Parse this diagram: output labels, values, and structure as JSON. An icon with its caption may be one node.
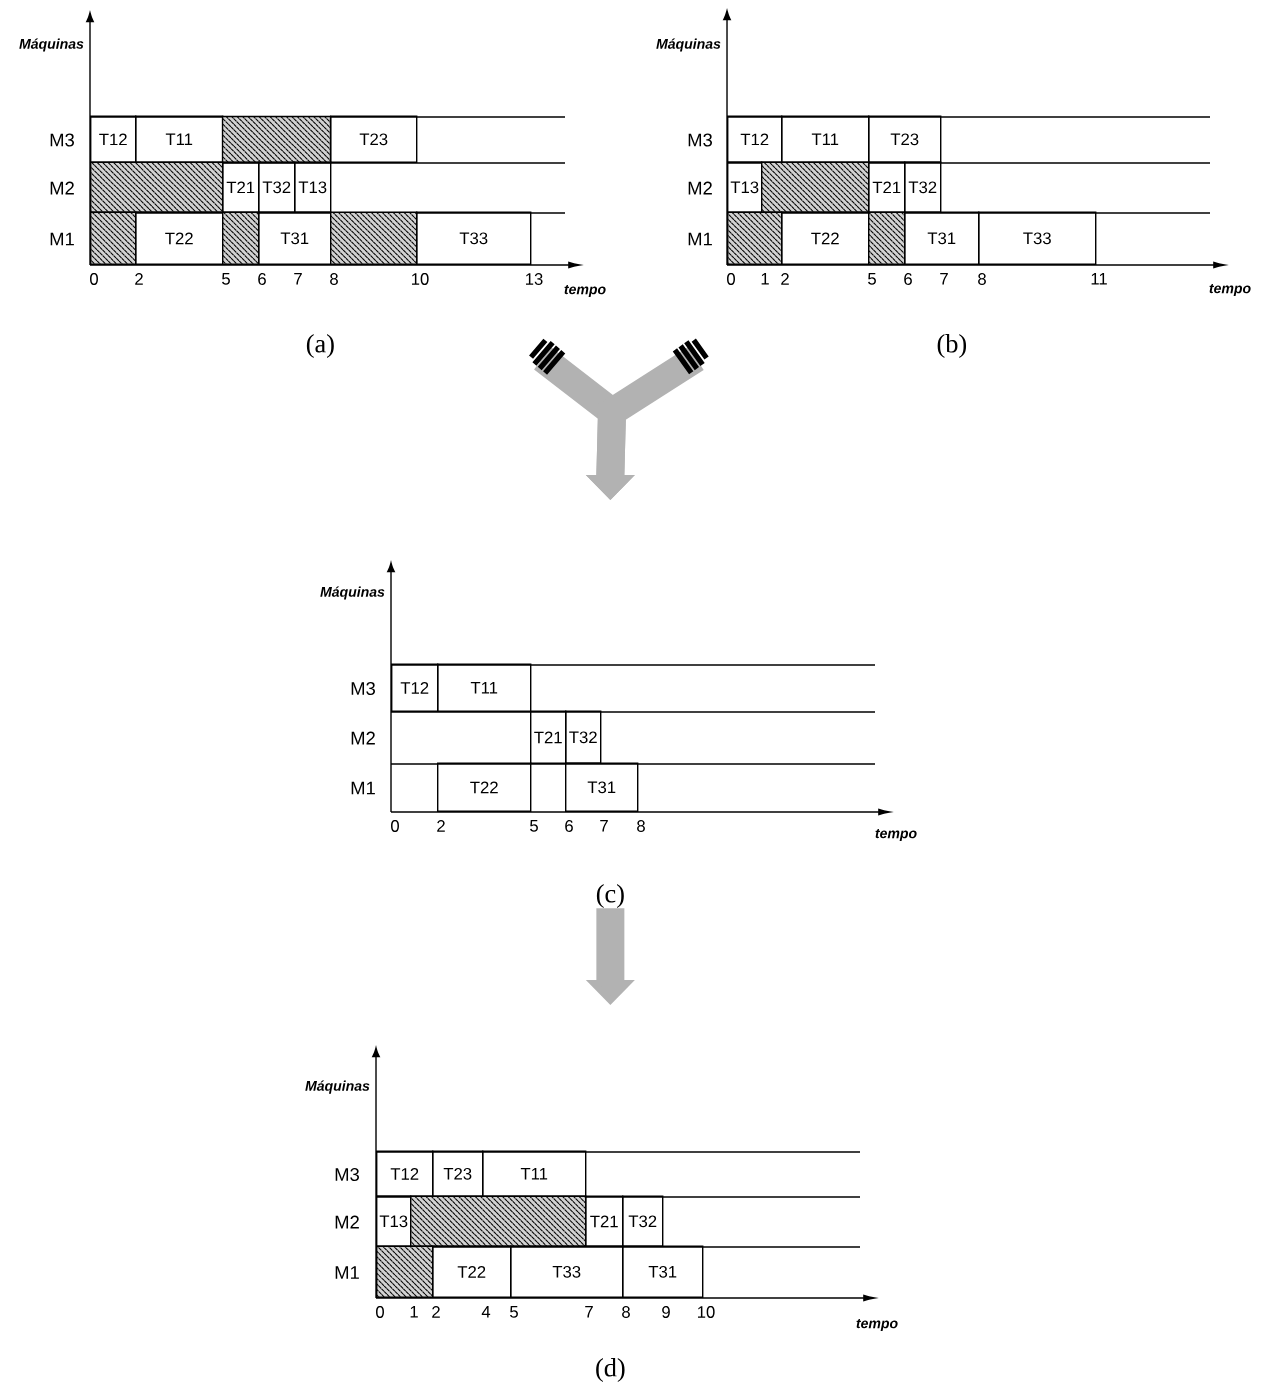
{
  "diagram": {
    "nodes": [
      {
        "text": [
          "(a)"
        ]
      },
      {
        "text": [
          "T12"
        ],
        "in": 0
      },
      {
        "text": [
          "T11"
        ],
        "in": 0
      },
      {
        "text": [],
        "shape": "bar",
        "in": 0
      },
      {
        "text": [
          "T23"
        ],
        "in": 0
      },
      {
        "text": [],
        "shape": "bar",
        "in": 0
      },
      {
        "text": [
          "T21"
        ],
        "in": 0
      },
      {
        "text": [
          "T32"
        ],
        "in": 0
      },
      {
        "text": [
          "T13"
        ],
        "in": 0
      },
      {
        "text": [],
        "shape": "bar",
        "in": 0
      },
      {
        "text": [
          "T22"
        ],
        "in": 0
      },
      {
        "text": [],
        "shape": "bar",
        "in": 0
      },
      {
        "text": [
          "T31"
        ],
        "in": 0
      },
      {
        "text": [],
        "shape": "bar",
        "in": 0
      },
      {
        "text": [
          "T33"
        ],
        "in": 0
      },
      {
        "text": [
          "(b)"
        ]
      },
      {
        "text": [
          "T12"
        ],
        "in": 15
      },
      {
        "text": [
          "T11"
        ],
        "in": 15
      },
      {
        "text": [
          "T23"
        ],
        "in": 15
      },
      {
        "text": [
          "T13"
        ],
        "in": 15
      },
      {
        "text": [],
        "shape": "bar",
        "in": 15
      },
      {
        "text": [
          "T21"
        ],
        "in": 15
      },
      {
        "text": [
          "T32"
        ],
        "in": 15
      },
      {
        "text": [],
        "shape": "bar",
        "in": 15
      },
      {
        "text": [
          "T22"
        ],
        "in": 15
      },
      {
        "text": [],
        "shape": "bar",
        "in": 15
      },
      {
        "text": [
          "T31"
        ],
        "in": 15
      },
      {
        "text": [
          "T33"
        ],
        "in": 15
      },
      {
        "text": [
          "(c)"
        ]
      },
      {
        "text": [
          "T12"
        ],
        "in": 28
      },
      {
        "text": [
          "T11"
        ],
        "in": 28
      },
      {
        "text": [
          "T21"
        ],
        "in": 28
      },
      {
        "text": [
          "T32"
        ],
        "in": 28
      },
      {
        "text": [
          "T22"
        ],
        "in": 28
      },
      {
        "text": [
          "T31"
        ],
        "in": 28
      },
      {
        "text": [
          "(d)"
        ]
      },
      {
        "text": [
          "T12"
        ],
        "in": 35
      },
      {
        "text": [
          "T23"
        ],
        "in": 35
      },
      {
        "text": [
          "T11"
        ],
        "in": 35
      },
      {
        "text": [
          "T13"
        ],
        "in": 35
      },
      {
        "text": [],
        "shape": "bar",
        "in": 35
      },
      {
        "text": [
          "T21"
        ],
        "in": 35
      },
      {
        "text": [
          "T32"
        ],
        "in": 35
      },
      {
        "text": [],
        "shape": "bar",
        "in": 35
      },
      {
        "text": [
          "T22"
        ],
        "in": 35
      },
      {
        "text": [
          "T33"
        ],
        "in": 35
      },
      {
        "text": [
          "T31"
        ],
        "in": 35
      }
    ],
    "edges": [
      {
        "from": 0,
        "to": 28,
        "arrow": "to"
      },
      {
        "from": 15,
        "to": 28,
        "arrow": "to"
      },
      {
        "from": 28,
        "to": 35,
        "arrow": "to"
      }
    ],
    "labels": [
      "Máquinas",
      "M3",
      "M2",
      "M1",
      "0",
      "2",
      "5",
      "6",
      "7",
      "8",
      "10",
      "13",
      "tempo",
      "Máquinas",
      "M3",
      "M2",
      "M1",
      "0",
      "1",
      "2",
      "5",
      "6",
      "7",
      "8",
      "11",
      "tempo",
      "Máquinas",
      "M3",
      "M2",
      "M1",
      "0",
      "2",
      "5",
      "6",
      "7",
      "8",
      "tempo",
      "Máquinas",
      "M3",
      "M2",
      "M1",
      "0",
      "1",
      "2",
      "4",
      "5",
      "7",
      "8",
      "9",
      "10",
      "tempo"
    ]
  }
}
